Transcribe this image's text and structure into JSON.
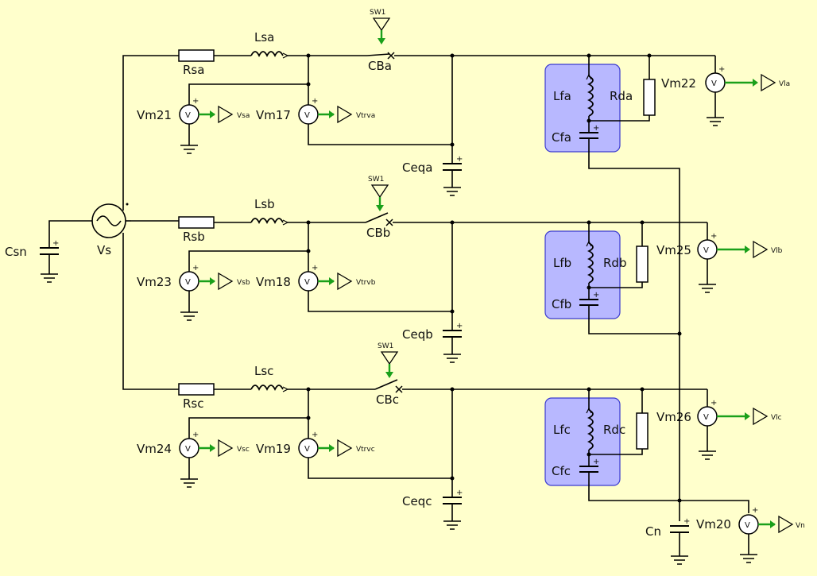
{
  "diagram": {
    "source": {
      "name": "Vs",
      "neutral_cap": "Csn"
    },
    "phases": [
      {
        "id": "a",
        "rs": "Rsa",
        "ls": "Lsa",
        "cb": "CBa",
        "sw": "SW1",
        "vm_src": "Vm21",
        "sig_src": "Vsa",
        "vm_tr": "Vm17",
        "sig_tr": "Vtrva",
        "ceq": "Ceqa",
        "lf": "Lfa",
        "cf": "Cfa",
        "rd": "Rda",
        "vm_load": "Vm22",
        "sig_load": "Vla"
      },
      {
        "id": "b",
        "rs": "Rsb",
        "ls": "Lsb",
        "cb": "CBb",
        "sw": "SW1",
        "vm_src": "Vm23",
        "sig_src": "Vsb",
        "vm_tr": "Vm18",
        "sig_tr": "Vtrvb",
        "ceq": "Ceqb",
        "lf": "Lfb",
        "cf": "Cfb",
        "rd": "Rdb",
        "vm_load": "Vm25",
        "sig_load": "Vlb"
      },
      {
        "id": "c",
        "rs": "Rsc",
        "ls": "Lsc",
        "cb": "CBc",
        "sw": "SW1",
        "vm_src": "Vm24",
        "sig_src": "Vsc",
        "vm_tr": "Vm19",
        "sig_tr": "Vtrvc",
        "ceq": "Ceqc",
        "lf": "Lfc",
        "cf": "Cfc",
        "rd": "Rdc",
        "vm_load": "Vm26",
        "sig_load": "Vlc"
      }
    ],
    "neutral": {
      "cap": "Cn",
      "vm": "Vm20",
      "sig": "Vn"
    },
    "meter_symbol": "V",
    "plus": "+"
  }
}
